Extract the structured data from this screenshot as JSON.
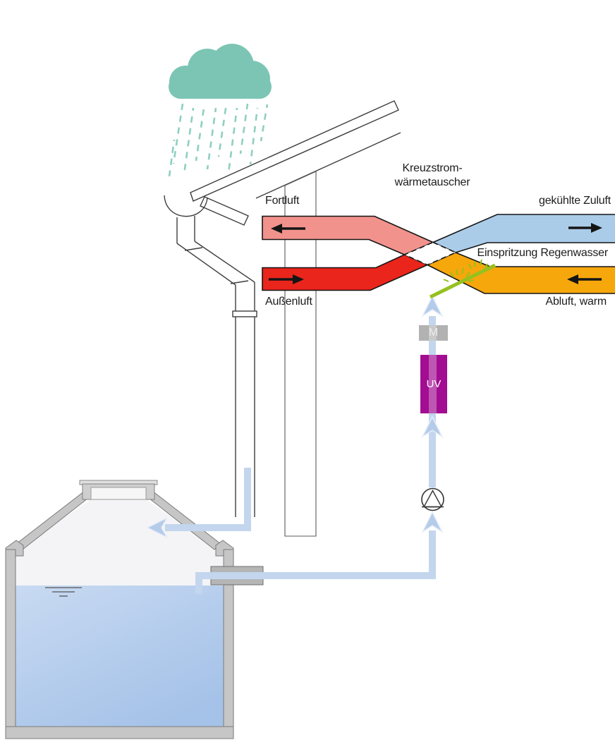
{
  "diagram": {
    "labels": {
      "heat_exchanger": "Kreuzstrom-\nwärmetauscher",
      "fortluft": "Fortluft",
      "aussenluft": "Außenluft",
      "gekuehlte_zuluft": "gekühlte Zuluft",
      "einspritzung_regenwasser": "Einspritzung Regenwasser",
      "abluft_warm": "Abluft, warm",
      "motor_valve": "M",
      "uv_unit": "UV"
    },
    "colors": {
      "cloud": "#7cc5b4",
      "rain": "#8fcfc1",
      "fortluft_band": "#f2928c",
      "aussenluft_band": "#e9251c",
      "zuluft_band": "#aacce9",
      "abluft_band": "#f6a70c",
      "injection_green": "#95c11f",
      "uv_purple": "#a30d92",
      "motor_gray": "#b2b2b2",
      "pipe_blue": "#c3d6ee",
      "pipe_arrow_blue": "#b4cbe9",
      "water_top": "#c8daf2",
      "water_bottom": "#a5c2e8",
      "flow_arrow_black": "#151515"
    }
  }
}
